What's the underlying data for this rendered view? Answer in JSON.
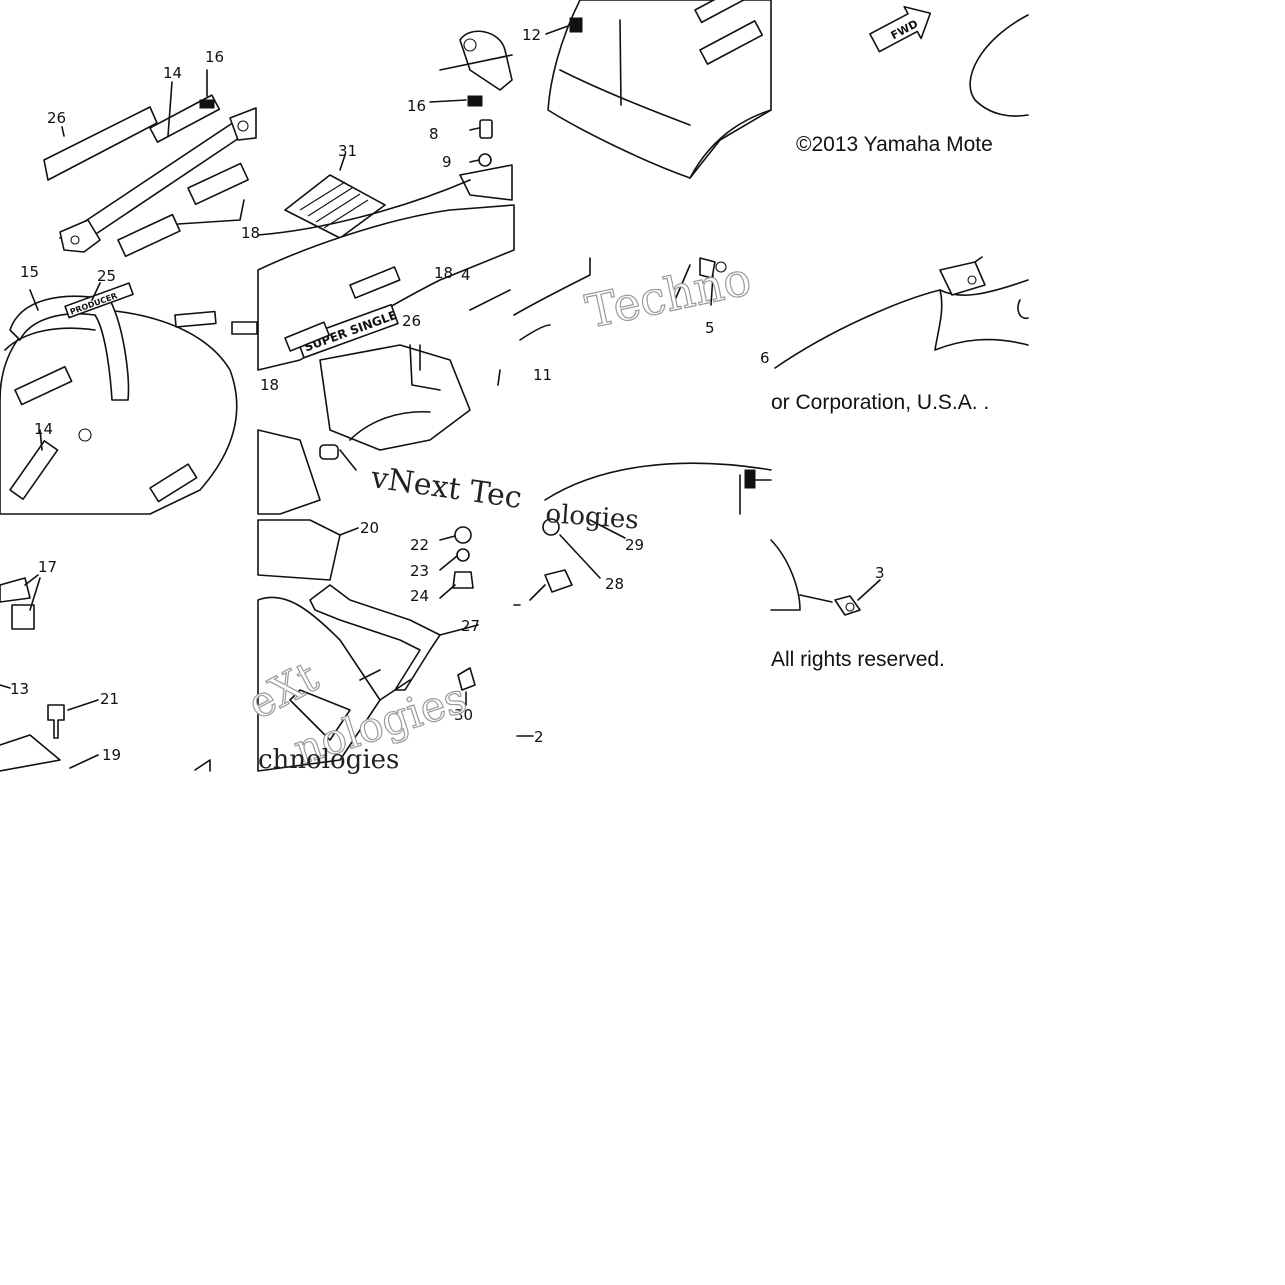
{
  "copyright": {
    "line1": "©2013 Yamaha Mote",
    "line2": "or Corporation, U.S.A. .",
    "line3": "All rights reserved."
  },
  "callouts": [
    "26",
    "14",
    "16",
    "16",
    "8",
    "9",
    "12",
    "31",
    "18",
    "15",
    "25",
    "18",
    "26",
    "4",
    "11",
    "5",
    "6",
    "14",
    "18",
    "20",
    "22",
    "23",
    "24",
    "27",
    "28",
    "29",
    "17",
    "13",
    "21",
    "19",
    "30",
    "2",
    "3"
  ],
  "watermarks": {
    "w1": "Techno",
    "w2": "vNext Tec",
    "w3": "ologies",
    "w4": "eXt",
    "w5": "nologies",
    "w6": "chnologies"
  },
  "decals": {
    "fwd": "FWD",
    "super_single": "SUPER SINGLE",
    "producer": "PRODUCER"
  }
}
